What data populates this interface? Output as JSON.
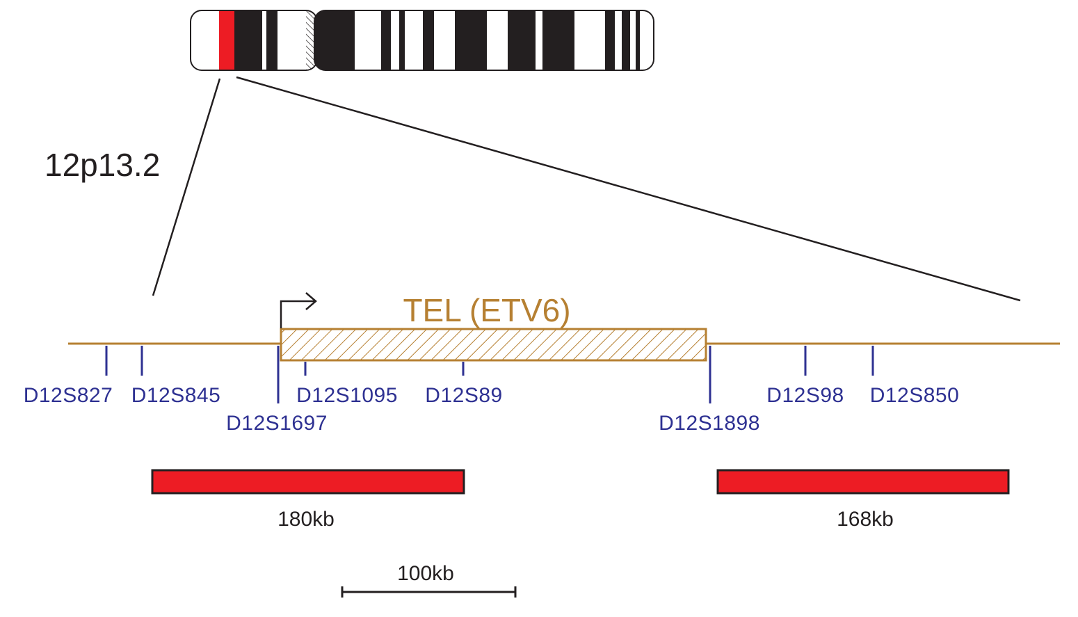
{
  "colors": {
    "gene": "#b68032",
    "marker": "#2e3192",
    "probe": "#ed1c24",
    "band_dark": "#231f20",
    "outline": "#231f20"
  },
  "region_label": "12p13.2",
  "gene": {
    "label": "TEL (ETV6)"
  },
  "markers": [
    {
      "id": "D12S827",
      "label": "D12S827"
    },
    {
      "id": "D12S845",
      "label": "D12S845"
    },
    {
      "id": "D12S1697",
      "label": "D12S1697"
    },
    {
      "id": "D12S1095",
      "label": "D12S1095"
    },
    {
      "id": "D12S89",
      "label": "D12S89"
    },
    {
      "id": "D12S1898",
      "label": "D12S1898"
    },
    {
      "id": "D12S98",
      "label": "D12S98"
    },
    {
      "id": "D12S850",
      "label": "D12S850"
    }
  ],
  "probes": [
    {
      "id": "probe-left",
      "label": "180kb"
    },
    {
      "id": "probe-right",
      "label": "168kb"
    }
  ],
  "scale_bar": {
    "label": "100kb"
  }
}
